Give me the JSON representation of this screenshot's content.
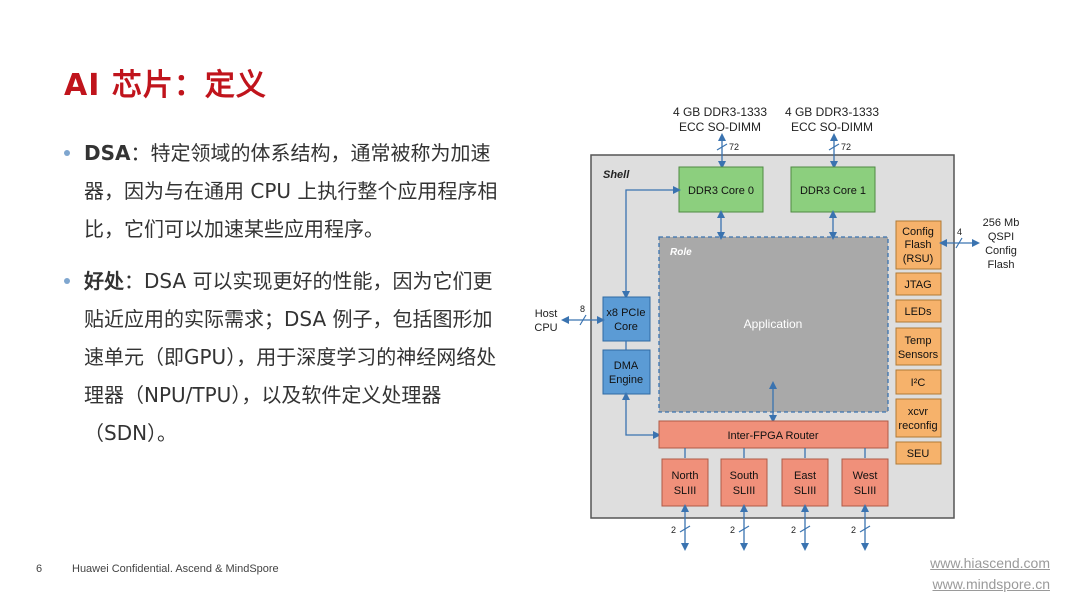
{
  "slide": {
    "title": "AI 芯片：定义",
    "page_number": "6",
    "footer": "Huawei Confidential. Ascend & MindSpore",
    "links": [
      "www.hiascend.com",
      "www.mindspore.cn"
    ]
  },
  "bullets": [
    {
      "term": "DSA",
      "text": "：特定领域的体系结构，通常被称为加速器，因为与在通用 CPU 上执行整个应用程序相比，它们可以加速某些应用程序。"
    },
    {
      "term": "好处",
      "text": "：DSA 可以实现更好的性能，因为它们更贴近应用的实际需求；DSA 例子，包括图形加速单元（即GPU），用于深度学习的神经网络处理器（NPU/TPU），以及软件定义处理器（SDN）。"
    }
  ],
  "diagram": {
    "mem0": [
      "4 GB DDR3-1333",
      "ECC SO-DIMM"
    ],
    "mem1": [
      "4 GB DDR3-1333",
      "ECC SO-DIMM"
    ],
    "bus_width_mem": "72",
    "shell": "Shell",
    "role": "Role",
    "ddr0": "DDR3 Core 0",
    "ddr1": "DDR3 Core 1",
    "application": "Application",
    "pcie": [
      "x8 PCIe",
      "Core"
    ],
    "dma": [
      "DMA",
      "Engine"
    ],
    "host": [
      "Host",
      "CPU"
    ],
    "bus_width_host": "8",
    "router": "Inter-FPGA Router",
    "config_flash": [
      "Config",
      "Flash",
      "(RSU)"
    ],
    "jtag": "JTAG",
    "leds": "LEDs",
    "temp": [
      "Temp",
      "Sensors"
    ],
    "i2c": "I²C",
    "xcvr": [
      "xcvr",
      "reconfig"
    ],
    "seu": "SEU",
    "qspi": [
      "256 Mb",
      "QSPI",
      "Config",
      "Flash"
    ],
    "bus_width_qspi": "4",
    "sliii": [
      [
        "North",
        "SLIII"
      ],
      [
        "South",
        "SLIII"
      ],
      [
        "East",
        "SLIII"
      ],
      [
        "West",
        "SLIII"
      ]
    ],
    "bus_width_sl": "2"
  },
  "colors": {
    "title_red": "#c0141c",
    "green": "#8ccf7e",
    "blue": "#5b9bd5",
    "salmon": "#f0907a",
    "orange": "#f6b26b",
    "gray_app": "#a9a9a9",
    "shell_bg": "#dedede"
  }
}
